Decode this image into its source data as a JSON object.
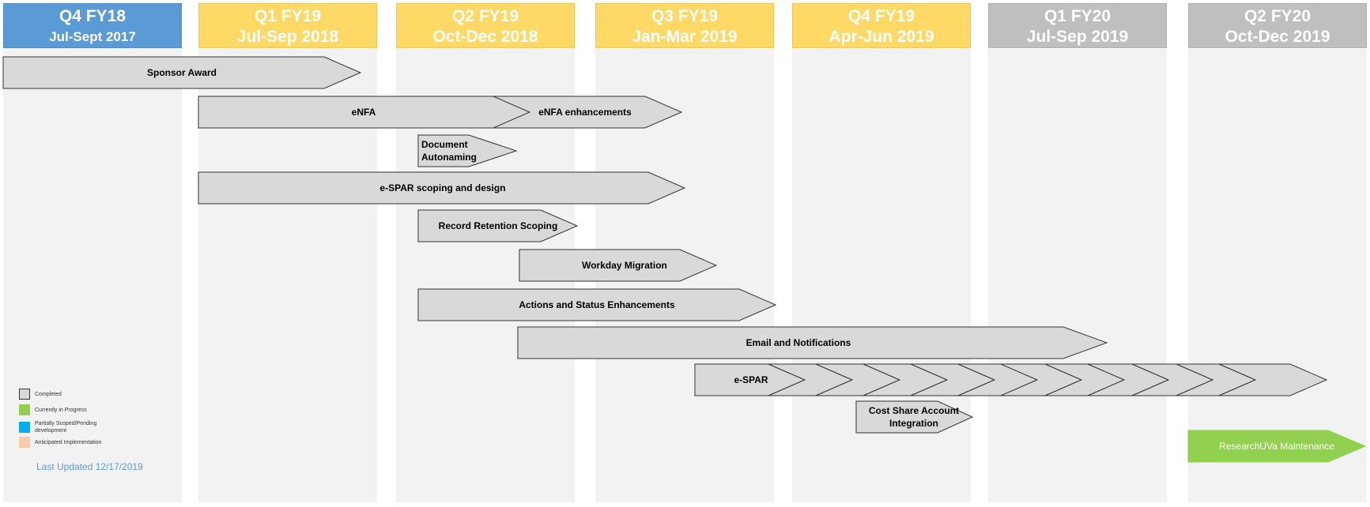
{
  "quarters": [
    {
      "q": "Q4 FY18",
      "range": "Jul-Sept 2017",
      "style": "blue"
    },
    {
      "q": "Q1 FY19",
      "range": "Jul-Sep 2018",
      "style": "gold"
    },
    {
      "q": "Q2 FY19",
      "range": "Oct-Dec 2018",
      "style": "gold"
    },
    {
      "q": "Q3 FY19",
      "range": "Jan-Mar 2019",
      "style": "gold"
    },
    {
      "q": "Q4 FY19",
      "range": "Apr-Jun 2019",
      "style": "gold"
    },
    {
      "q": "Q1 FY20",
      "range": "Jul-Sep 2019",
      "style": "gray"
    },
    {
      "q": "Q2 FY20",
      "range": "Oct-Dec 2019",
      "style": "gray"
    }
  ],
  "tasks": {
    "sponsor_award": "Sponsor Award",
    "enfa": "eNFA",
    "enfa_enhancements": "eNFA enhancements",
    "document_autonaming_1": "Document",
    "document_autonaming_2": "Autonaming",
    "espar_scoping": "e-SPAR scoping and design",
    "record_retention": "Record Retention Scoping",
    "workday_migration": "Workday Migration",
    "actions_status": "Actions and Status Enhancements",
    "email_notifications": "Email and Notifications",
    "espar": "e-SPAR",
    "cost_share_1": "Cost Share Account",
    "cost_share_2": "Integration",
    "researchuva": "ResearchUVa Maintenance"
  },
  "legend": {
    "completed": "Completed",
    "in_progress": "Currently in Progress",
    "partially_scoped": "Partially Scoped/Pending development",
    "anticipated": "Anticipated Implementation"
  },
  "colors": {
    "completed": "#d9d9d9",
    "in_progress": "#92d050",
    "partially_scoped": "#00b0f0",
    "anticipated": "#f8cbad",
    "header_blue": "#5b9bd5",
    "header_gold": "#ffd966",
    "header_gray": "#bfbfbf"
  },
  "last_updated": "Last Updated 12/17/2019"
}
